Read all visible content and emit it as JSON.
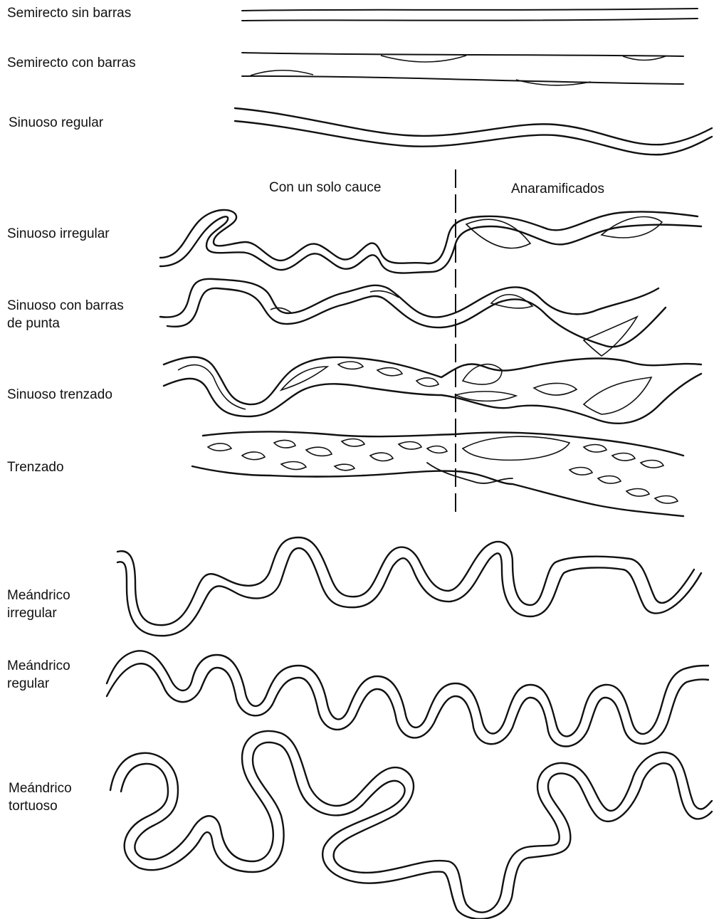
{
  "labels": {
    "semirecto_sin_barras": "Semirecto sin barras",
    "semirecto_con_barras": "Semirecto con barras",
    "sinuoso_regular": "Sinuoso regular",
    "sinuoso_irregular": "Sinuoso irregular",
    "sinuoso_con_barras_line1": "Sinuoso con barras",
    "sinuoso_con_barras_line2": "de punta",
    "sinuoso_trenzado": "Sinuoso trenzado",
    "trenzado": "Trenzado",
    "meandrico_irregular_line1": "Meándrico",
    "meandrico_irregular_line2": "irregular",
    "meandrico_regular_line1": "Meándrico",
    "meandrico_regular_line2": "regular",
    "meandrico_tortuoso_line1": "Meándrico",
    "meandrico_tortuoso_line2": "tortuoso"
  },
  "columns": {
    "single_channel": "Con un solo cauce",
    "anabranching": "Anaramificados"
  }
}
